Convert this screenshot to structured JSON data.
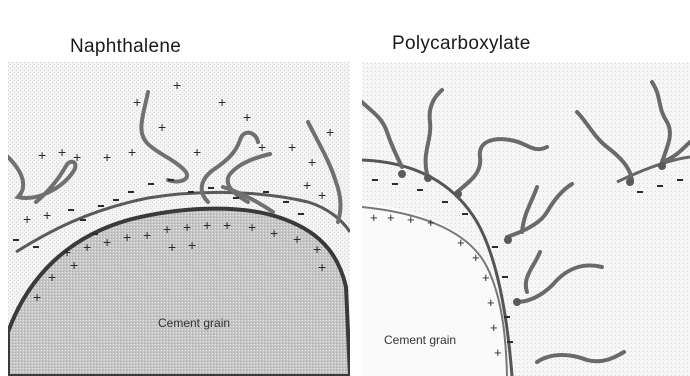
{
  "left_panel": {
    "title": "Naphthalene",
    "grain_label": "Cement grain"
  },
  "right_panel": {
    "title": "Polycarboxylate",
    "grain_label": "Cement grain"
  },
  "colors": {
    "background": "#ffffff",
    "speckle": "#d8d8d8",
    "grain_fill": "#c9c9c9",
    "line": "#4a4a4a",
    "polymer": "#6e6e6e",
    "ink": "#2b2b2b"
  }
}
